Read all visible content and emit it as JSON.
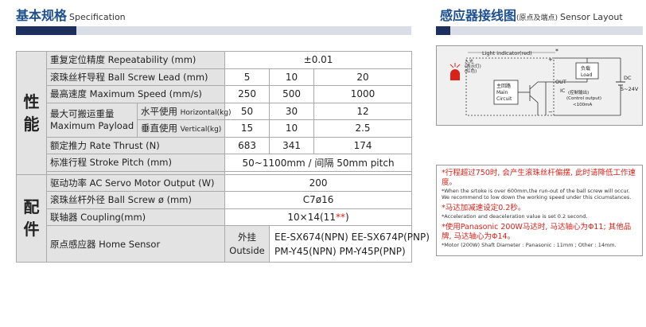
{
  "spec_section": {
    "title_cn": "基本规格",
    "title_en": "Specification"
  },
  "sensor_section": {
    "title_cn": "感应器接线图",
    "title_note": "(原点及端点)",
    "title_en": "Sensor Layout"
  },
  "table": {
    "group_performance": [
      "性",
      "能"
    ],
    "group_parts": [
      "配",
      "件"
    ],
    "rows": {
      "repeatability": {
        "label": "重复定位精度 Repeatability (mm)",
        "value": "±0.01"
      },
      "lead": {
        "label": "滚珠丝杆导程 Ball Screw Lead (mm)",
        "values": [
          "5",
          "10",
          "20"
        ]
      },
      "max_speed": {
        "label": "最高速度 Maximum Speed (mm/s)",
        "values": [
          "250",
          "500",
          "1000"
        ]
      },
      "payload": {
        "label_cn": "最大可搬运重量",
        "label_en": "Maximum Payload",
        "horizontal_cn": "水平使用",
        "horizontal_en": "Horizontal(kg)",
        "horizontal_values": [
          "50",
          "30",
          "12"
        ],
        "vertical_cn": "垂直使用",
        "vertical_en": "Vertical(kg)",
        "vertical_values": [
          "15",
          "10",
          "2.5"
        ]
      },
      "thrust": {
        "label": "额定推力 Rate Thrust (N)",
        "values": [
          "683",
          "341",
          "174"
        ]
      },
      "stroke": {
        "label": "标准行程 Stroke Pitch (mm)",
        "value": "50~1100mm / 间隔 50mm pitch"
      },
      "motor": {
        "label": "驱动功率 AC Servo Motor Output (W)",
        "value": "200"
      },
      "screw_dia": {
        "label": "滚珠丝杆外径 Ball Screw ø (mm)",
        "value": "C7ø16"
      },
      "coupling": {
        "label": "联轴器 Coupling(mm)",
        "value_main": "10×14(11",
        "value_mark": "**",
        "value_close": ")"
      },
      "home_sensor": {
        "label": "原点感应器 Home Sensor",
        "outside_cn": "外挂",
        "outside_en": "Outside",
        "npn_pnp": [
          "EE-SX674(NPN) EE-SX674P(PNP)",
          "PM-Y45(NPN) PM-Y45P(PNP)"
        ]
      }
    }
  },
  "notes": {
    "n1_red": "*行程超过750时, 会产生滚珠丝杆偏摆, 此时请降低工作速度。",
    "n1_en": "*When the srtoke is over 600mm,the run-out of the ball screw will occur. We recommend to low down the working speed under this cicumstances.",
    "n2_red": "*马达加减速设定0.2秒。",
    "n2_en": "*Acceleration and deaceleration value is set 0.2 second.",
    "n3_red": "*使用Panasonic 200W马达时, 马达轴心为Φ11; 其他品牌, 马达轴心为Φ14。",
    "n3_en": "*Motor (200W) Shaft Diameter : Panasonic : 11mm ; Other : 14mm."
  },
  "diagram": {
    "light_indicator": "Light indicator(red)",
    "entry_light": [
      "入光",
      "(表示灯)",
      "(红色)"
    ],
    "main_circuit": [
      "主回路",
      "Main",
      "Circuit"
    ],
    "load": [
      "负载",
      "Load"
    ],
    "out": "OUT",
    "control_output": [
      "(控制输出)",
      "(Control output)",
      "<100mA"
    ],
    "dc": [
      "DC",
      "5~24V"
    ],
    "plus": "+",
    "minus": "−",
    "star": "*",
    "ic": "IC"
  }
}
